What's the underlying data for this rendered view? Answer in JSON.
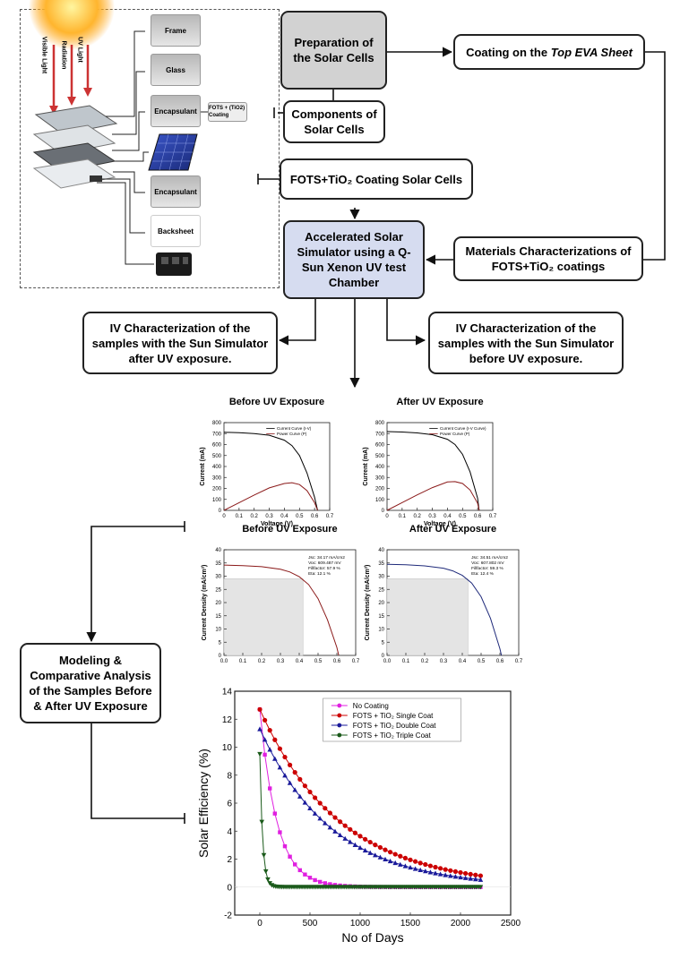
{
  "solar_panel": {
    "rays": [
      "Visible Light",
      "Radiation",
      "UV Light"
    ],
    "layers": [
      "Frame",
      "Glass",
      "Encapsulant",
      "Encapsulant",
      "Backsheet"
    ],
    "coating_label": "FOTS + (TiO2) Coating"
  },
  "boxes": {
    "prep": "Preparation of the Solar Cells",
    "coating": "Coating on the",
    "coating_em": "Top EVA Sheet",
    "components": "Components of Solar Cells",
    "fots_coating": "FOTS+TiO₂ Coating Solar Cells",
    "simulator": "Accelerated Solar Simulator using a Q-Sun Xenon UV test Chamber",
    "materials": "Materials Characterizations of FOTS+TiO₂ coatings",
    "iv_after_a": "IV Characterization of the samples with the Sun Simulator",
    "iv_after_b": "after UV exposure.",
    "iv_before_a": "IV Characterization of the samples with the Sun Simulator",
    "iv_before_b": "before UV exposure.",
    "modeling": "Modeling & Comparative Analysis of the Samples Before & After UV Exposure"
  },
  "chart_data": [
    {
      "type": "line",
      "title": "Before UV Exposure",
      "xlabel": "Voltage (V)",
      "ylabel": "Current (mA)",
      "xlim": [
        0,
        0.7
      ],
      "ylim": [
        0,
        800
      ],
      "xticks": [
        "0",
        "0.1",
        "0.2",
        "0.3",
        "0.4",
        "0.5",
        "0.6",
        "0.7"
      ],
      "yticks": [
        "0",
        "100",
        "200",
        "300",
        "400",
        "500",
        "600",
        "700",
        "800"
      ],
      "legend": [
        "Current Curve (I-V)",
        "Power Curve (P)"
      ],
      "series": [
        {
          "name": "Current Curve (I-V)",
          "color": "#000000",
          "x": [
            0,
            0.1,
            0.2,
            0.3,
            0.4,
            0.45,
            0.5,
            0.55,
            0.6,
            0.62
          ],
          "y": [
            712,
            708,
            700,
            685,
            640,
            590,
            500,
            340,
            120,
            0
          ]
        },
        {
          "name": "Power Curve (P)",
          "color": "#8b1a1a",
          "x": [
            0,
            0.1,
            0.2,
            0.3,
            0.4,
            0.45,
            0.5,
            0.55,
            0.6,
            0.62
          ],
          "y": [
            0,
            70,
            140,
            205,
            245,
            252,
            235,
            180,
            70,
            0
          ]
        }
      ]
    },
    {
      "type": "line",
      "title": "After UV Exposure",
      "xlabel": "Voltage (V)",
      "ylabel": "Current (mA)",
      "xlim": [
        0,
        0.7
      ],
      "ylim": [
        0,
        800
      ],
      "xticks": [
        "0",
        "0.1",
        "0.2",
        "0.3",
        "0.4",
        "0.5",
        "0.6",
        "0.7"
      ],
      "yticks": [
        "0",
        "100",
        "200",
        "300",
        "400",
        "500",
        "600",
        "700",
        "800"
      ],
      "legend": [
        "Current Curve (I-V Curve)",
        "Power Curve (P)"
      ],
      "series": [
        {
          "name": "Current Curve (I-V Curve)",
          "color": "#000000",
          "x": [
            0,
            0.1,
            0.2,
            0.3,
            0.4,
            0.45,
            0.5,
            0.55,
            0.6,
            0.61
          ],
          "y": [
            718,
            714,
            706,
            690,
            648,
            600,
            510,
            350,
            110,
            0
          ]
        },
        {
          "name": "Power Curve (P)",
          "color": "#8b1a1a",
          "x": [
            0,
            0.1,
            0.2,
            0.3,
            0.4,
            0.45,
            0.5,
            0.55,
            0.6,
            0.61
          ],
          "y": [
            0,
            71,
            141,
            207,
            259,
            262,
            245,
            185,
            65,
            0
          ]
        }
      ]
    },
    {
      "type": "line",
      "title": "Before UV Exposure",
      "ylabel": "Current Density (mA/cm²)",
      "xlim": [
        0,
        0.7
      ],
      "ylim": [
        0,
        40
      ],
      "xticks": [
        "0.0",
        "0.1",
        "0.2",
        "0.3",
        "0.4",
        "0.5",
        "0.6",
        "0.7"
      ],
      "yticks": [
        "0",
        "5",
        "10",
        "15",
        "20",
        "25",
        "30",
        "35",
        "40"
      ],
      "annotations": [
        "Jsc: 34.17 mA/cm2",
        "Voc: 609.487 mV",
        "Fillfactor: 57.9 %",
        "Eta: 12.1 %"
      ],
      "mpp_rect": {
        "v": 0.42,
        "j": 29
      },
      "series": [
        {
          "color": "#8b1a1a",
          "x": [
            0,
            0.1,
            0.2,
            0.3,
            0.35,
            0.4,
            0.45,
            0.5,
            0.55,
            0.6,
            0.61
          ],
          "y": [
            34.2,
            34.0,
            33.6,
            32.6,
            31.6,
            29.8,
            26.8,
            21.5,
            13.5,
            3,
            0
          ]
        }
      ]
    },
    {
      "type": "line",
      "title": "After UV Exposure",
      "ylabel": "Current Density (mA/cm²)",
      "xlim": [
        0,
        0.7
      ],
      "ylim": [
        0,
        40
      ],
      "xticks": [
        "0.0",
        "0.1",
        "0.2",
        "0.3",
        "0.4",
        "0.5",
        "0.6",
        "0.7"
      ],
      "yticks": [
        "0",
        "5",
        "10",
        "15",
        "20",
        "25",
        "30",
        "35",
        "40"
      ],
      "annotations": [
        "Jsc: 34.51 mA/cm2",
        "Voc: 607.802 mV",
        "Fillfactor: 59.3 %",
        "Eta: 12.4 %"
      ],
      "mpp_rect": {
        "v": 0.43,
        "j": 29
      },
      "series": [
        {
          "color": "#1f2a7a",
          "x": [
            0,
            0.1,
            0.2,
            0.3,
            0.35,
            0.4,
            0.45,
            0.5,
            0.55,
            0.6,
            0.608
          ],
          "y": [
            34.5,
            34.3,
            33.9,
            33.0,
            32.0,
            30.3,
            27.4,
            22.2,
            14.0,
            2.5,
            0
          ]
        }
      ]
    },
    {
      "type": "line",
      "xlabel": "No of Days",
      "ylabel": "Solar Efficiency (%)",
      "xlim": [
        -250,
        2500
      ],
      "ylim": [
        -2,
        14
      ],
      "xticks": [
        "0",
        "500",
        "1000",
        "1500",
        "2000",
        "2500"
      ],
      "yticks": [
        "-2",
        "0",
        "2",
        "4",
        "6",
        "8",
        "10",
        "12",
        "14"
      ],
      "legend": [
        "No Coating",
        "FOTS + TiO₂ Single Coat",
        "FOTS + TiO₂ Double Coat",
        "FOTS + TiO₂ Triple Coat"
      ],
      "series": [
        {
          "name": "No Coating",
          "color": "#e01fe0",
          "marker": "square",
          "y0": 12.7,
          "tau": 170
        },
        {
          "name": "FOTS + TiO₂ Single Coat",
          "color": "#cc0000",
          "marker": "circle",
          "y0": 12.7,
          "tau": 800
        },
        {
          "name": "FOTS + TiO₂ Double Coat",
          "color": "#1a1a9a",
          "marker": "triangle-up",
          "y0": 11.3,
          "tau": 720
        },
        {
          "name": "FOTS + TiO₂ Triple Coat",
          "color": "#1a5a1a",
          "marker": "triangle-down",
          "y0": 9.5,
          "tau": 28
        }
      ],
      "day_step": 50,
      "day_max": 2200
    }
  ]
}
